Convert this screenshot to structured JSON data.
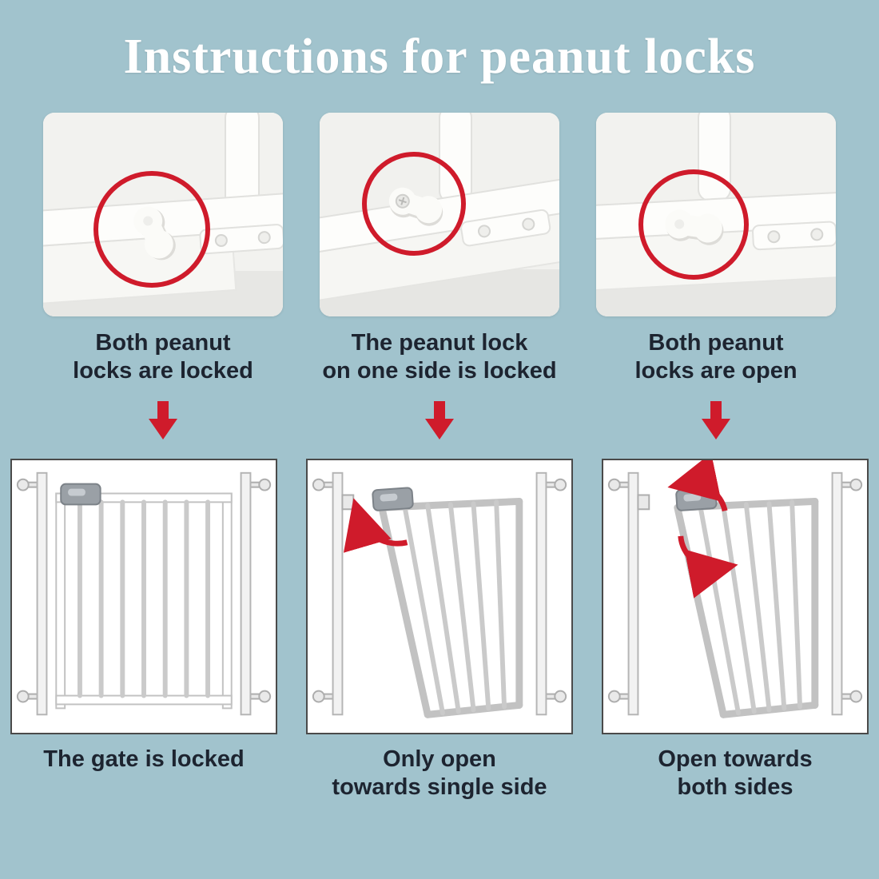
{
  "title": "Instructions for peanut locks",
  "colors": {
    "background": "#a1c3cd",
    "title": "#ffffff",
    "caption": "#1d2430",
    "accent_red": "#cf1b2b",
    "panel_border": "#4a4a4a"
  },
  "steps": [
    {
      "caption": "Both peanut\nlocks are locked"
    },
    {
      "caption": "The peanut lock\non one side is locked"
    },
    {
      "caption": "Both peanut\nlocks are open"
    }
  ],
  "results": [
    {
      "caption": "The gate is locked"
    },
    {
      "caption": "Only open\ntowards single side"
    },
    {
      "caption": "Open towards\nboth sides"
    }
  ]
}
